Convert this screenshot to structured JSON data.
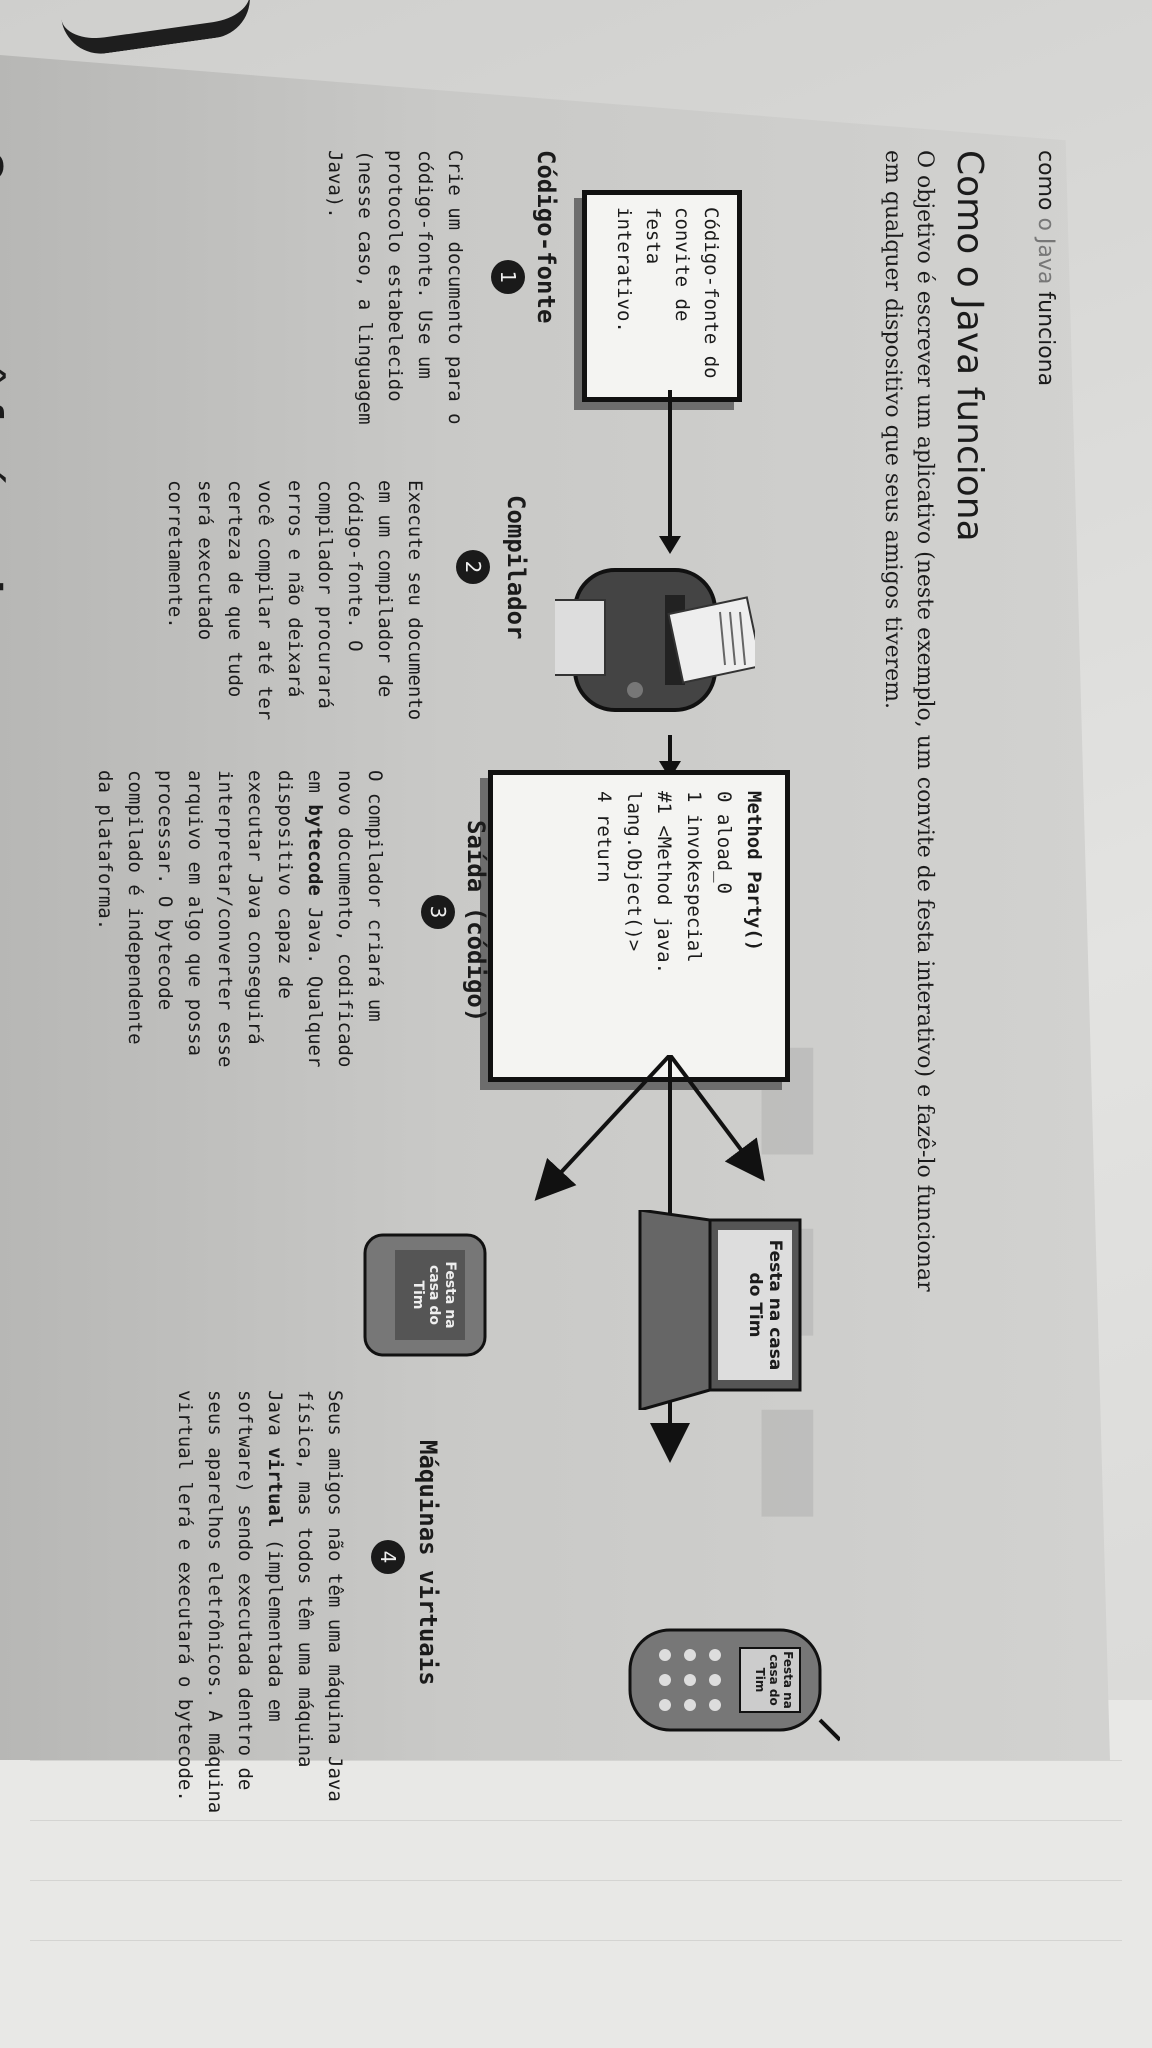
{
  "header": {
    "prefix": "como ",
    "accent": "o Java",
    "suffix": " funciona"
  },
  "title": "Como o Java funciona",
  "intro": "O objetivo é escrever um aplicativo (neste exemplo, um convite de festa interativo) e fazê-lo funcionar em qualquer dispositivo que seus amigos tiverem.",
  "source_box": "Código-fonte do convite de festa interativo.",
  "output_box": {
    "head": "Method Party()",
    "lines": [
      "0 aload_0",
      "",
      "1 invokespecial",
      "#1 <Method java.",
      "lang.Object()>",
      "",
      "4 return"
    ]
  },
  "steps": [
    {
      "num": "1",
      "title": "Código-fonte",
      "body": "Crie um documento para o código-fonte. Use um protocolo estabelecido (nesse caso, a linguagem Java)."
    },
    {
      "num": "2",
      "title": "Compilador",
      "body": "Execute seu documento em um compilador de código-fonte. O compilador procurará erros e não deixará você compilar até ter certeza de que tudo será executado corretamente."
    },
    {
      "num": "3",
      "title": "Saída (código)",
      "body_pre": "O compilador criará um novo documento, codificado em ",
      "body_bold": "bytecode",
      "body_post": " Java. Qualquer dispositivo capaz de executar Java conseguirá interpretar/converter esse arquivo em algo que possa processar. O bytecode compilado é independente da plataforma."
    },
    {
      "num": "4",
      "title": "Máquinas virtuais",
      "body_pre": "Seus amigos não têm uma máquina Java física, mas todos têm uma máquina Java ",
      "body_bold": "virtual",
      "body_post": " (implementada em software) sendo executada dentro de seus aparelhos eletrônicos. A máquina virtual lerá e executará o bytecode."
    }
  ],
  "device_screens": {
    "laptop": "Festa na casa do Tim",
    "tv": "Festa na casa do Tim",
    "phone": "Festa na casa do Tim"
  },
  "bottom_heading": "O que você fará em Java",
  "colors": {
    "ink": "#1b1b1b",
    "paper": "#cfcfcd",
    "accent_grey": "#777777"
  }
}
